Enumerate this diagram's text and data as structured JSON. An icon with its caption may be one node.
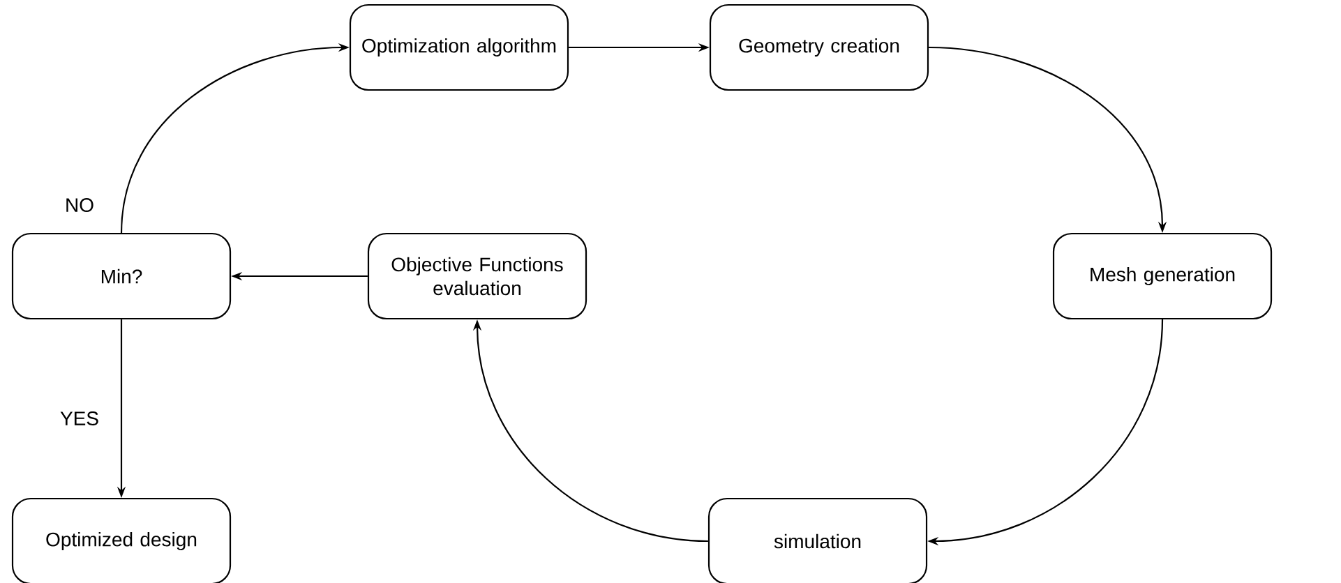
{
  "diagram": {
    "nodes": [
      {
        "text": [
          "Optimization algorithm"
        ]
      },
      {
        "text": [
          "Geometry creation"
        ]
      },
      {
        "text": [
          "Mesh generation"
        ]
      },
      {
        "text": [
          "simulation"
        ]
      },
      {
        "text": [
          "Objective Functions evaluation"
        ]
      },
      {
        "text": [
          "Min?"
        ]
      },
      {
        "text": [
          "Optimized design"
        ]
      }
    ],
    "edges": [
      {
        "from": 0,
        "to": 1,
        "arrow": "to"
      },
      {
        "from": 1,
        "to": 2,
        "arrow": "to"
      },
      {
        "from": 2,
        "to": 3,
        "arrow": "to"
      },
      {
        "from": 3,
        "to": 4,
        "arrow": "to"
      },
      {
        "from": 4,
        "to": 5,
        "arrow": "to"
      },
      {
        "from": 5,
        "to": 0,
        "arrow": "to",
        "label": "NO"
      },
      {
        "from": 5,
        "to": 6,
        "arrow": "to",
        "label": "YES"
      }
    ]
  }
}
